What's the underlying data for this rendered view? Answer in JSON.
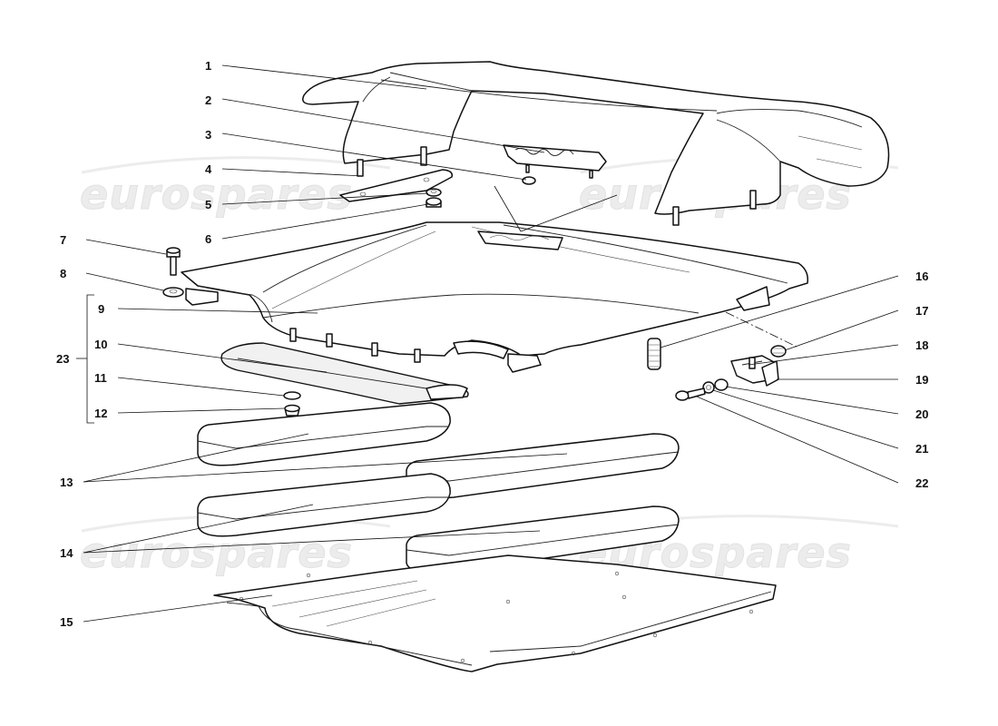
{
  "watermark": {
    "text": "eurospares"
  },
  "callouts": {
    "c1": "1",
    "c2": "2",
    "c3": "3",
    "c4": "4",
    "c5": "5",
    "c6": "6",
    "c7": "7",
    "c8": "8",
    "c9": "9",
    "c10": "10",
    "c11": "11",
    "c12": "12",
    "c13": "13",
    "c14": "14",
    "c15": "15",
    "c16": "16",
    "c17": "17",
    "c18": "18",
    "c19": "19",
    "c20": "20",
    "c21": "21",
    "c22": "22",
    "c23": "23"
  }
}
